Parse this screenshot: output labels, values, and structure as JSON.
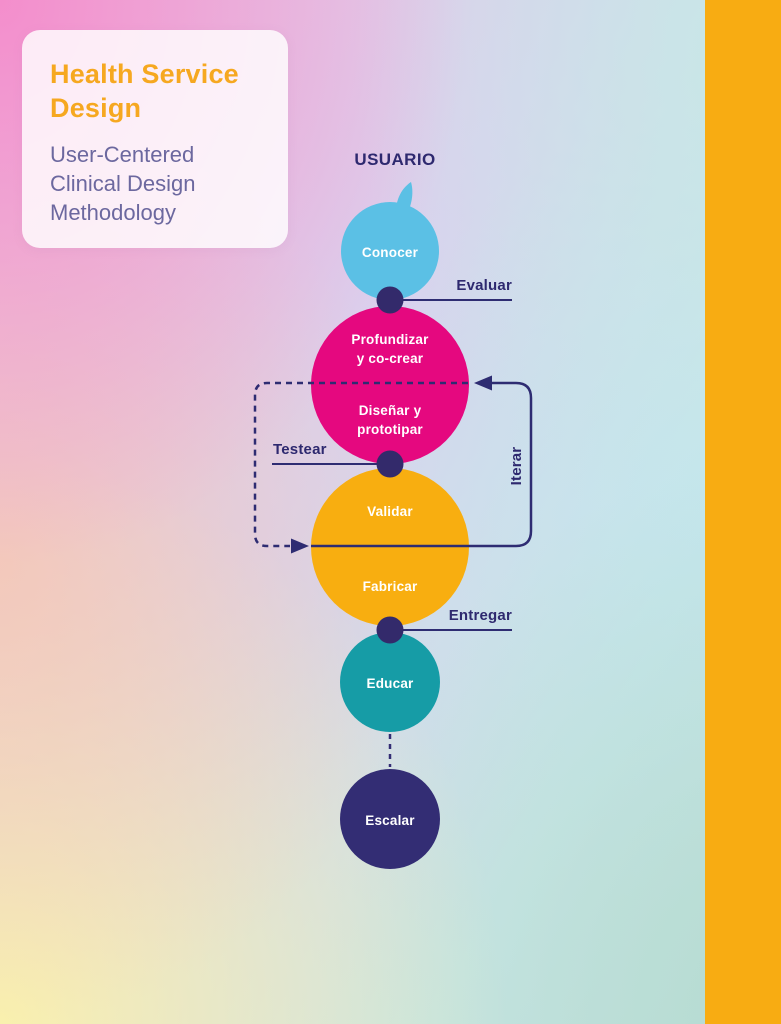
{
  "card": {
    "title": "Health Service Design",
    "subtitle": "User-Centered Clinical Design Methodology"
  },
  "diagram": {
    "user_label": "USUARIO",
    "stages": [
      {
        "id": "conocer",
        "lines": [
          "Conocer"
        ],
        "color": "#5BC0E5"
      },
      {
        "id": "profundizar",
        "lines": [
          "Profundizar",
          "y co-crear"
        ],
        "color": "#E5087F"
      },
      {
        "id": "disenar",
        "lines": [
          "Diseñar y",
          "prototipar"
        ],
        "color": "#E5087F"
      },
      {
        "id": "validar",
        "lines": [
          "Validar"
        ],
        "color": "#F8AE10"
      },
      {
        "id": "fabricar",
        "lines": [
          "Fabricar"
        ],
        "color": "#F8AE10"
      },
      {
        "id": "educar",
        "lines": [
          "Educar"
        ],
        "color": "#169CA6"
      },
      {
        "id": "escalar",
        "lines": [
          "Escalar"
        ],
        "color": "#332D74"
      }
    ],
    "circles": {
      "conocer_color": "#5BC0E5",
      "profundizar_disenar_color": "#E5087F",
      "validar_fabricar_color": "#F8AE10",
      "educar_color": "#169CA6",
      "escalar_color": "#332D74"
    },
    "connector_labels": {
      "evaluar": "Evaluar",
      "testear": "Testear",
      "iterar": "Iterar",
      "entregar": "Entregar"
    }
  },
  "colors": {
    "title_orange": "#F6A820",
    "subtitle_purple": "#6C689F",
    "line_navy": "#2E2C72",
    "dot_navy": "#332A6B",
    "side_bar_orange": "#F8AC12"
  }
}
